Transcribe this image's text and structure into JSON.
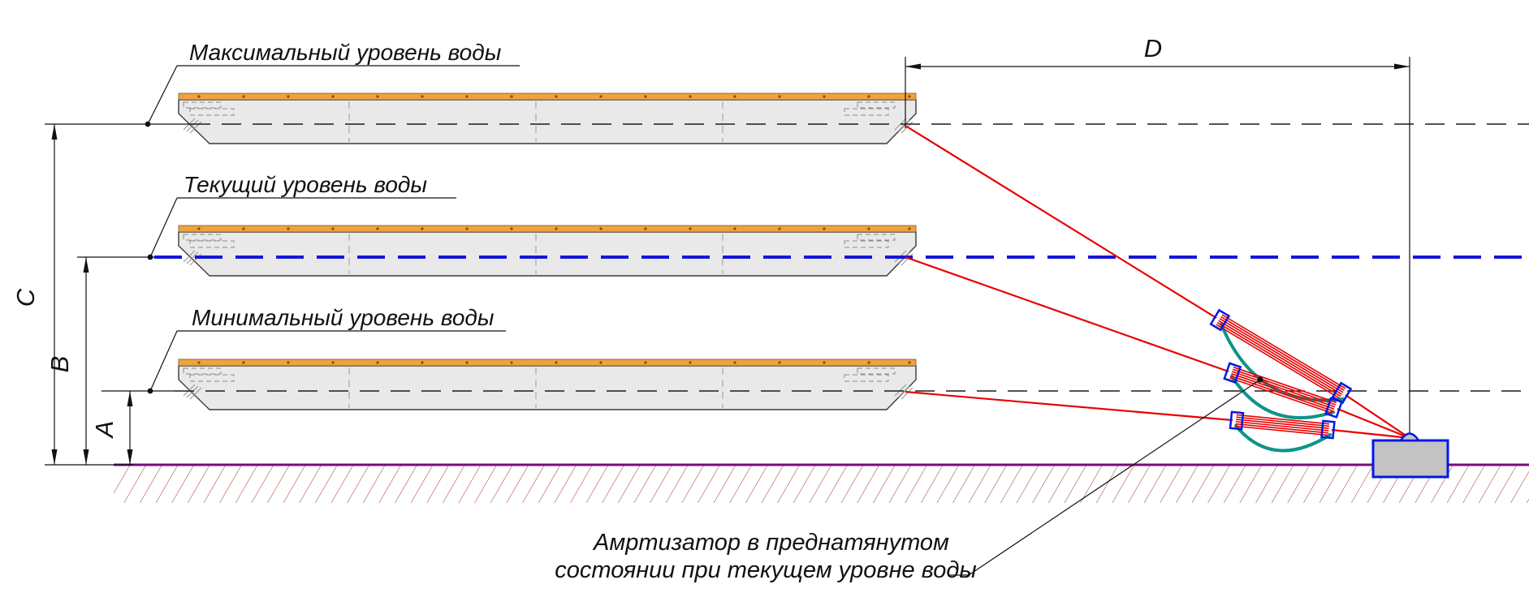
{
  "labels": {
    "max_water_level": "Максимальный уровень воды",
    "current_water_level": "Текущий уровень воды",
    "min_water_level": "Минимальный уровень воды",
    "absorber_note_line1": "Амртизатор в преднатянутом",
    "absorber_note_line2": "состоянии при текущем уровне воды"
  },
  "dims": {
    "a": "A",
    "b": "B",
    "c": "C",
    "d": "D"
  },
  "colors": {
    "mooring_line": "#e80000",
    "current_level_line": "#1616d6",
    "deck": "#f0a23c",
    "hull": "#e9e9e9",
    "ground_line": "#7a0b7a",
    "hatch": "#a84432",
    "slack_rope": "#0d9488",
    "bracket": "#0018e8",
    "anchor_block": "#c3c3c3"
  }
}
